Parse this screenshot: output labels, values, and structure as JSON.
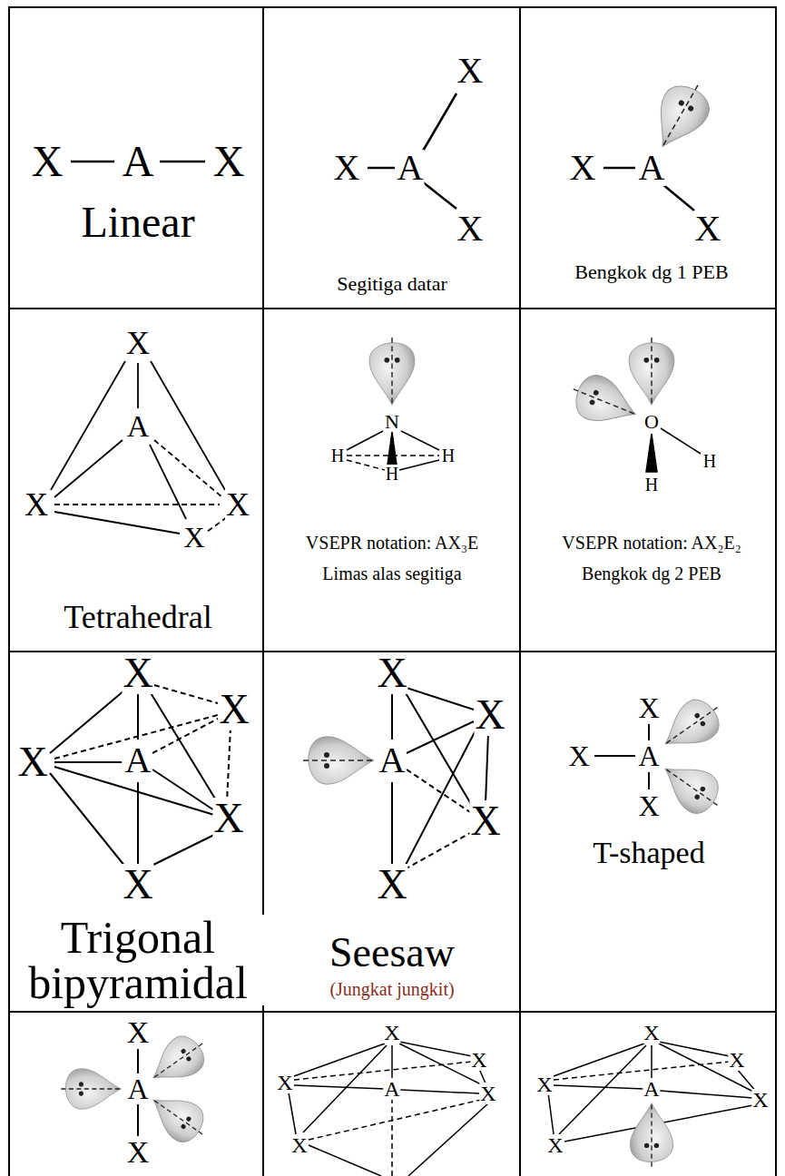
{
  "diagram": {
    "labels": [
      "X",
      "A",
      "X",
      "Linear",
      "X",
      "X",
      "A",
      "X",
      "Segitiga datar",
      "X",
      "A",
      "X",
      "Bengkok dg 1 PEB",
      "X",
      "A",
      "X",
      "X",
      "X",
      "Tetrahedral",
      "N",
      "H",
      "H",
      "H",
      "VSEPR notation: AX₃E",
      "Limas alas segitiga",
      "O",
      "H",
      "H",
      "VSEPR notation: AX₂E₂",
      "Bengkok dg 2 PEB",
      "X",
      "X",
      "X",
      "A",
      "X",
      "X",
      "Trigonal bipyramidal",
      "X",
      "X",
      "A",
      "X",
      "X",
      "Seesaw",
      "(Jungkat jungkit)",
      "X",
      "X",
      "A",
      "X",
      "T-shaped",
      "X",
      "A",
      "X",
      "X",
      "X",
      "X",
      "A",
      "X",
      "X",
      "X",
      "X",
      "X",
      "A",
      "X",
      "X"
    ]
  }
}
